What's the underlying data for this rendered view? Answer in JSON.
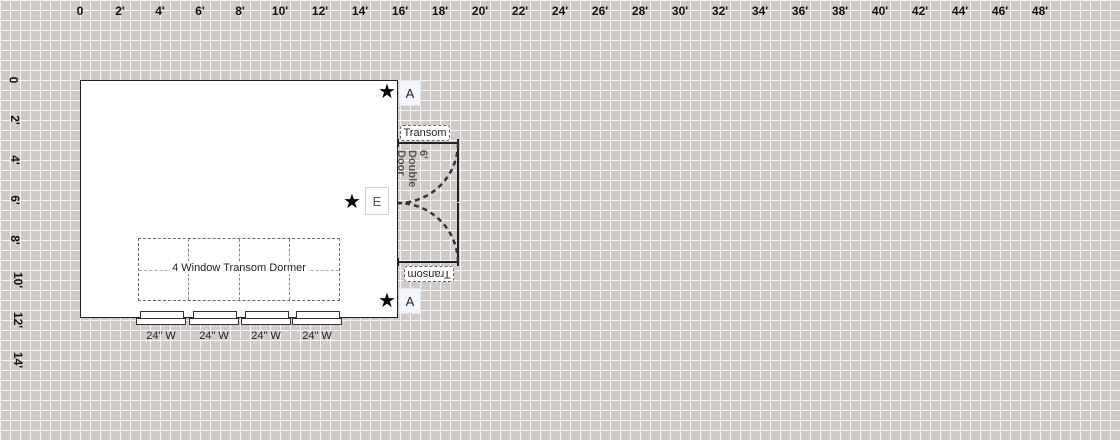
{
  "ruler": {
    "x_labels": [
      "0",
      "2'",
      "4'",
      "6'",
      "8'",
      "10'",
      "12'",
      "14'",
      "16'",
      "18'",
      "20'",
      "22'",
      "24'",
      "26'",
      "28'",
      "30'",
      "32'",
      "34'",
      "36'",
      "38'",
      "40'",
      "42'",
      "44'",
      "46'",
      "48'"
    ],
    "y_labels": [
      "0",
      "2'",
      "4'",
      "6'",
      "8'",
      "10'",
      "12'",
      "14'"
    ]
  },
  "floorplan": {
    "markers": {
      "top_right_tag": "A",
      "bottom_right_tag": "A",
      "middle_tag": "E"
    },
    "transom_top": "Transom",
    "transom_bottom": "Transom",
    "door": {
      "size": "6'",
      "line1": "Double",
      "line2": "Door"
    },
    "dormer_label": "4 Window Transom Dormer",
    "windows": [
      "24\" W",
      "24\" W",
      "24\" W",
      "24\" W"
    ]
  },
  "colors": {
    "background": "#d0cbc8",
    "grid_line": "#ffffff",
    "tag_box": "#f4f6fb"
  }
}
